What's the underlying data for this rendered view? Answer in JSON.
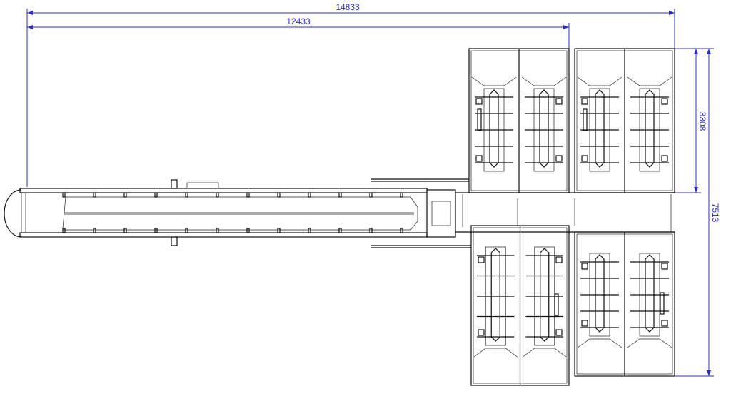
{
  "drawing": {
    "dimensions": {
      "overall_length": "14833",
      "conveyor_length": "12433",
      "module_depth": "3308",
      "overall_width": "7513"
    },
    "colors": {
      "dimension": "#2b2bd6",
      "line": "#111111"
    }
  }
}
